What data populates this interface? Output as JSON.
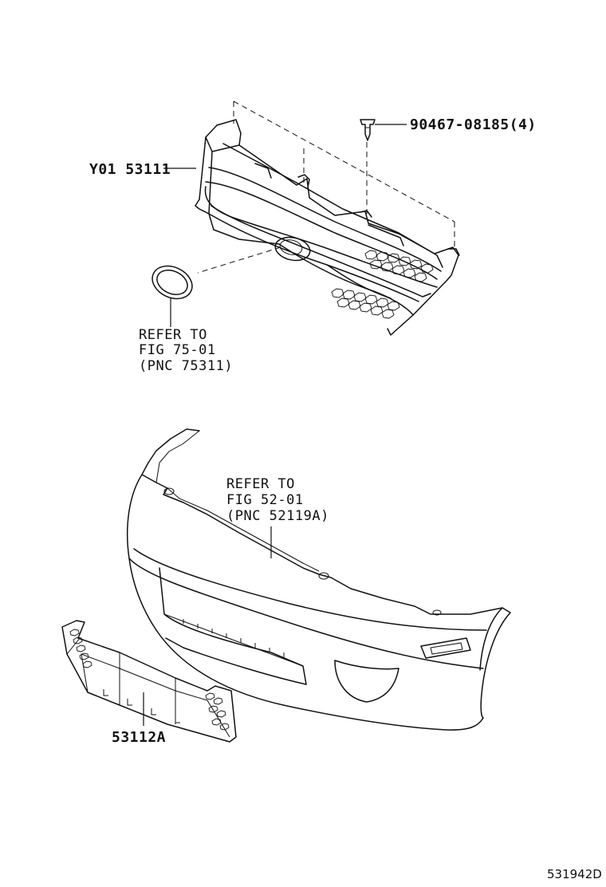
{
  "labels": {
    "grille_part": "Y01 53111",
    "clip_part": "90467-08185(4)",
    "emblem_ref_line1": "REFER TO",
    "emblem_ref_line2": "FIG 75-01",
    "emblem_ref_line3": "(PNC 75311)",
    "bumper_ref_line1": "REFER TO",
    "bumper_ref_line2": "FIG 52-01",
    "bumper_ref_line3": "(PNC 52119A)",
    "lower_grille_part": "53112A",
    "diagram_code": "531942D"
  }
}
